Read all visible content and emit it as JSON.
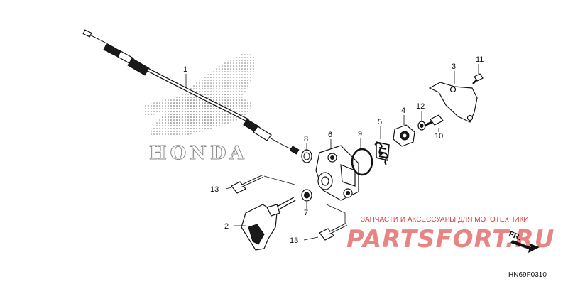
{
  "diagram": {
    "brand_logo_text": "HONDA",
    "callouts": {
      "p1": "1",
      "p2": "2",
      "p3": "3",
      "p4": "4",
      "p5": "5",
      "p6": "6",
      "p7": "7",
      "p8": "8",
      "p9": "9",
      "p10": "10",
      "p11": "11",
      "p12": "12",
      "p13a": "13",
      "p13b": "13"
    },
    "watermark_text": "ЗАПЧАСТИ И АКСЕССУАРЫ ДЛЯ МОТОТЕХНИКИ",
    "watermark_brand": "PARTSFORT.RU",
    "direction_label": "FR.",
    "diagram_code": "HN69F0310",
    "colors": {
      "ink": "#111111",
      "watermark": "#d31f1f"
    }
  }
}
